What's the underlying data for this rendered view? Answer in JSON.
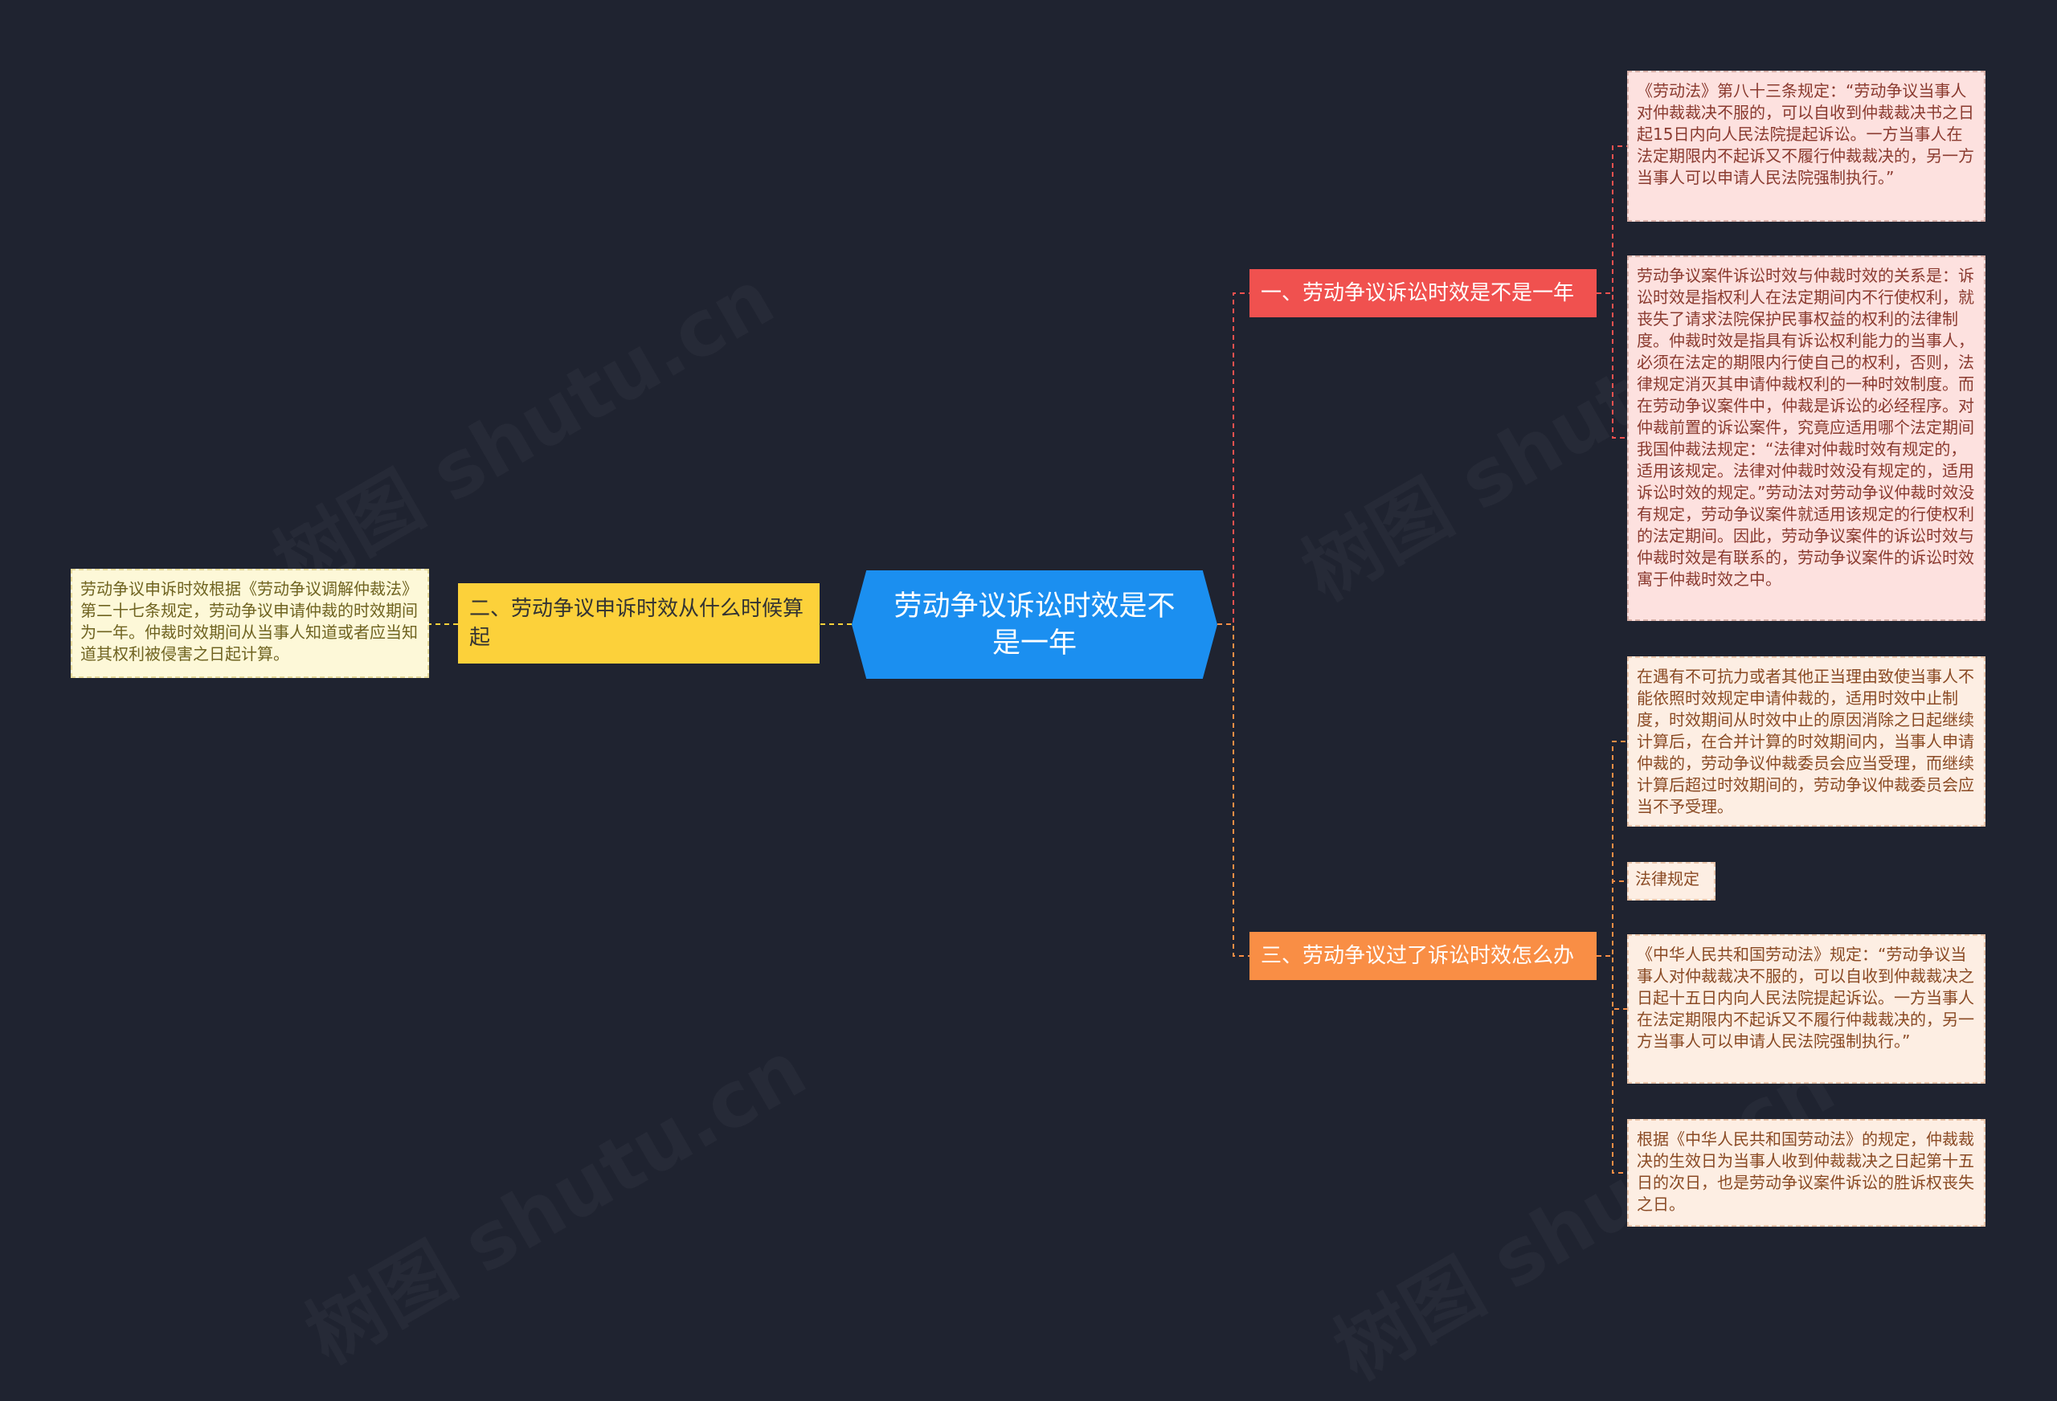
{
  "watermark": "树图 shutu.cn",
  "colors": {
    "background": "#1f2330",
    "root": "#1b8ff0",
    "branch1": "#f0514f",
    "branch2": "#fcd13a",
    "branch3": "#f98e45"
  },
  "root": {
    "label": "劳动争议诉讼时效是不是一年"
  },
  "branch1": {
    "label": "一、劳动争议诉讼时效是不是一年",
    "leaves": [
      "《劳动法》第八十三条规定：“劳动争议当事人对仲裁裁决不服的，可以自收到仲裁裁决书之日起15日内向人民法院提起诉讼。一方当事人在法定期限内不起诉又不履行仲裁裁决的，另一方当事人可以申请人民法院强制执行。”",
      "劳动争议案件诉讼时效与仲裁时效的关系是：诉讼时效是指权利人在法定期间内不行使权利，就丧失了请求法院保护民事权益的权利的法律制度。仲裁时效是指具有诉讼权利能力的当事人，必须在法定的期限内行使自己的权利，否则，法律规定消灭其申请仲裁权利的一种时效制度。而在劳动争议案件中，仲裁是诉讼的必经程序。对仲裁前置的诉讼案件，究竟应适用哪个法定期间 我国仲裁法规定：“法律对仲裁时效有规定的，适用该规定。法律对仲裁时效没有规定的，适用诉讼时效的规定。”劳动法对劳动争议仲裁时效没有规定，劳动争议案件就适用该规定的行使权利的法定期间。因此，劳动争议案件的诉讼时效与仲裁时效是有联系的，劳动争议案件的诉讼时效寓于仲裁时效之中。"
    ]
  },
  "branch2": {
    "label": "二、劳动争议申诉时效从什么时候算起",
    "leaves": [
      "劳动争议申诉时效根据《劳动争议调解仲裁法》第二十七条规定，劳动争议申请仲裁的时效期间为一年。仲裁时效期间从当事人知道或者应当知道其权利被侵害之日起计算。"
    ]
  },
  "branch3": {
    "label": "三、劳动争议过了诉讼时效怎么办",
    "leaves": [
      "在遇有不可抗力或者其他正当理由致使当事人不能依照时效规定申请仲裁的，适用时效中止制度，时效期间从时效中止的原因消除之日起继续计算后，在合并计算的时效期间内，当事人申请仲裁的，劳动争议仲裁委员会应当受理，而继续计算后超过时效期间的，劳动争议仲裁委员会应当不予受理。",
      "法律规定",
      "《中华人民共和国劳动法》规定：“劳动争议当事人对仲裁裁决不服的，可以自收到仲裁裁决之日起十五日内向人民法院提起诉讼。一方当事人在法定期限内不起诉又不履行仲裁裁决的，另一方当事人可以申请人民法院强制执行。”",
      "根据《中华人民共和国劳动法》的规定，仲裁裁决的生效日为当事人收到仲裁裁决之日起第十五日的次日，也是劳动争议案件诉讼的胜诉权丧失之日。"
    ]
  }
}
